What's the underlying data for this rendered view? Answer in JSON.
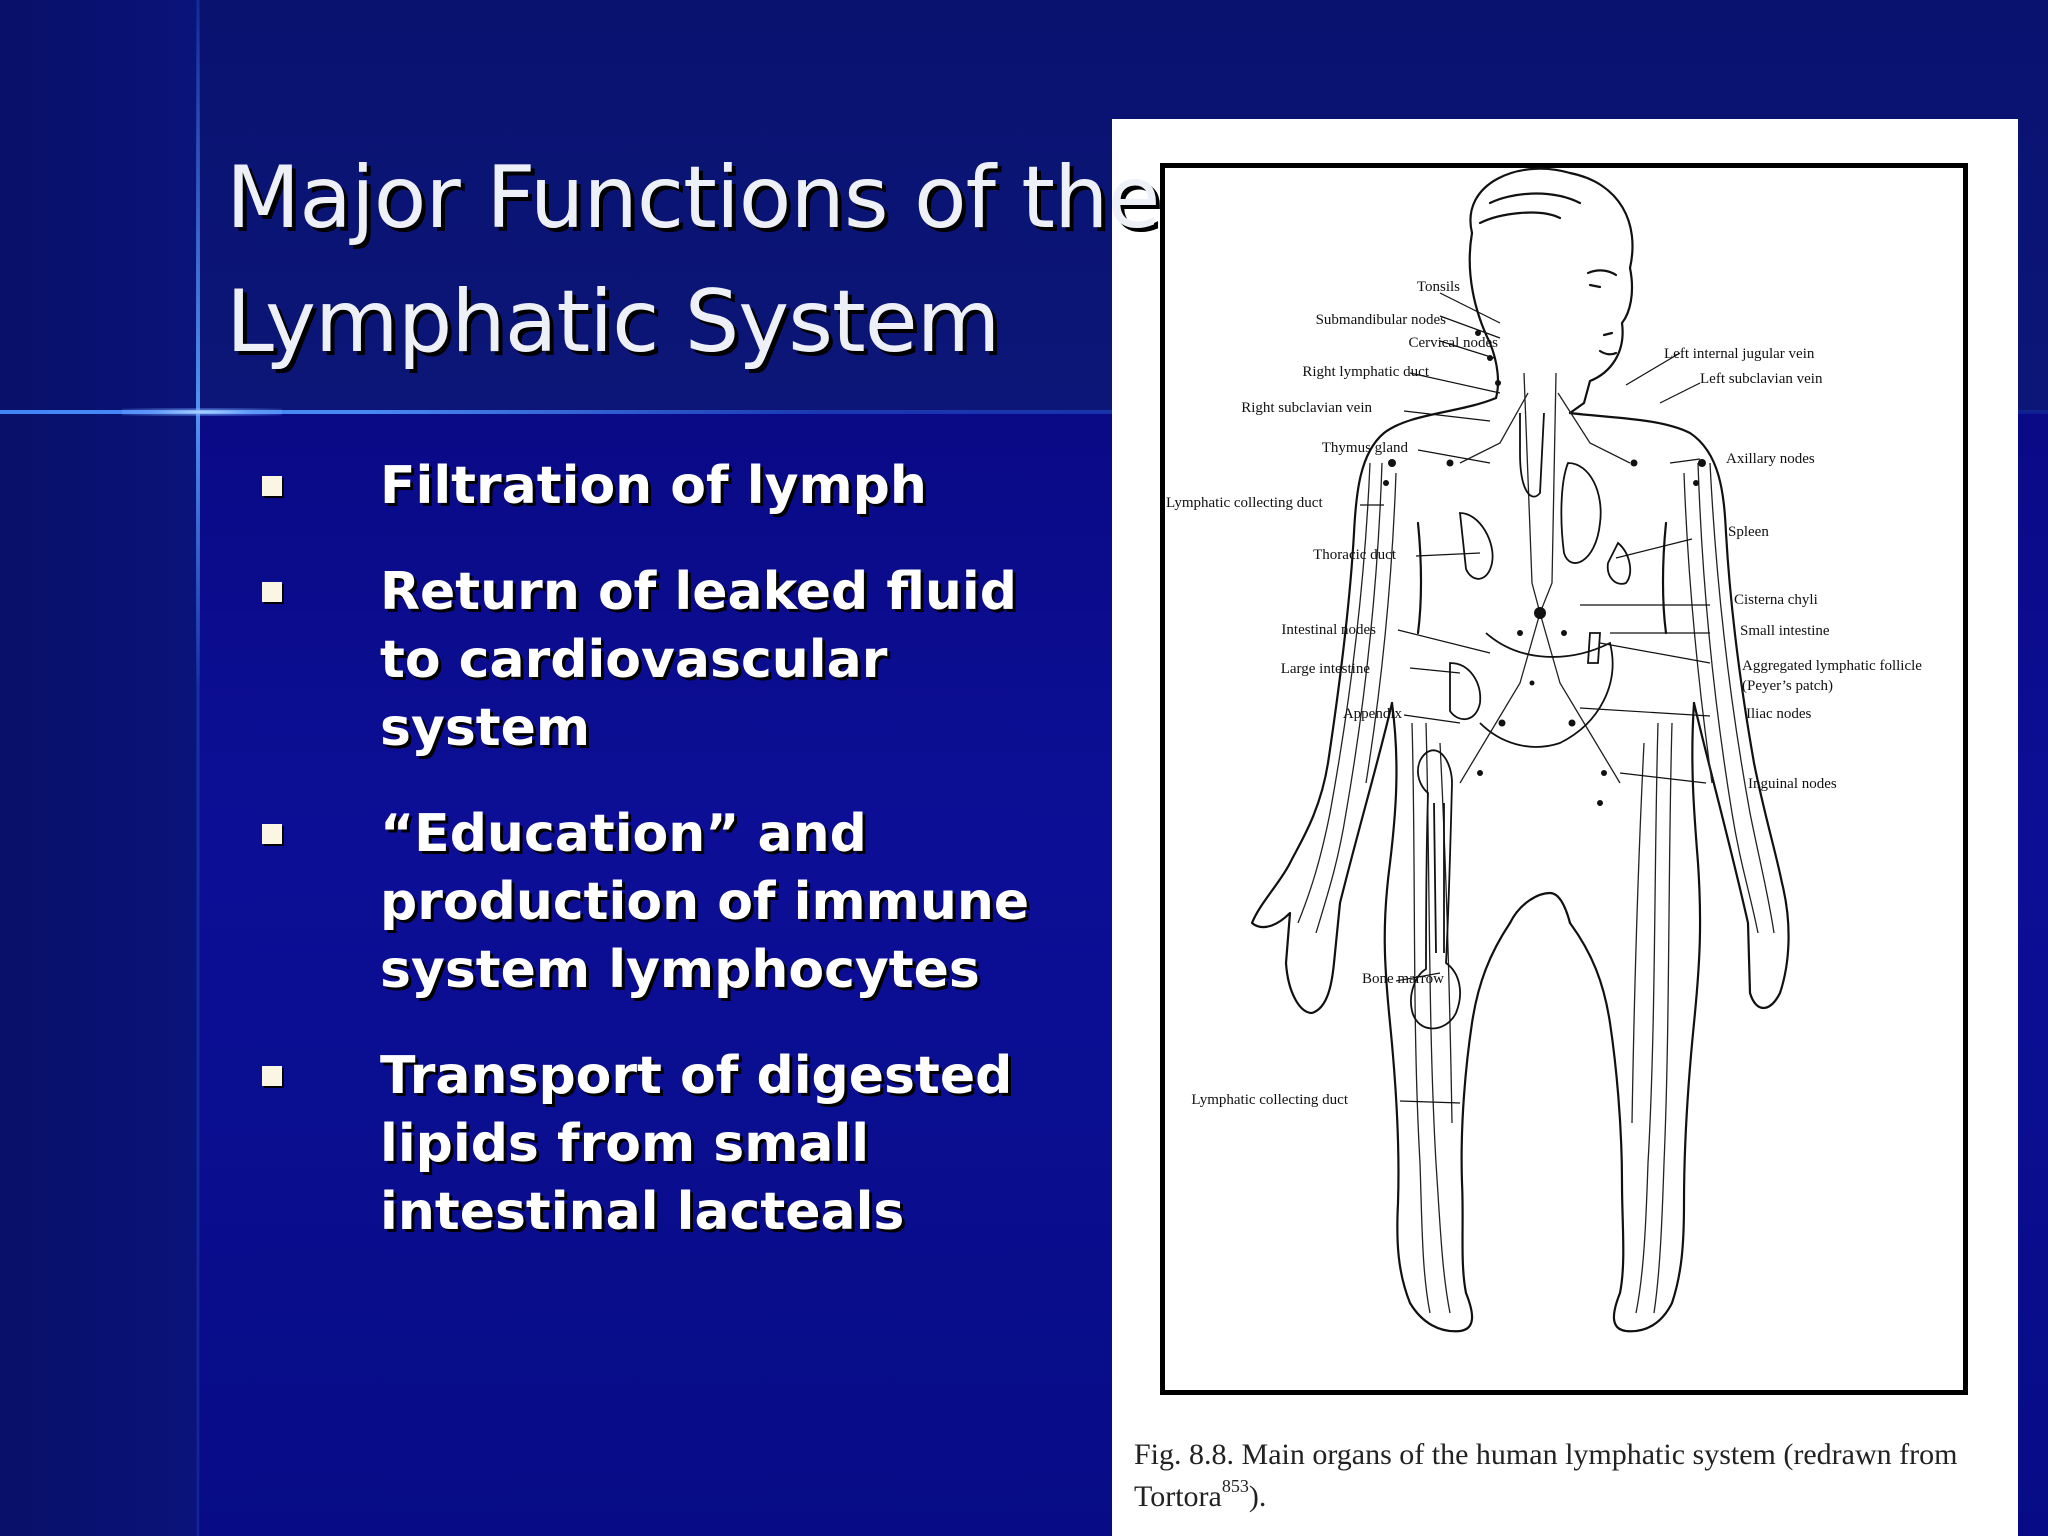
{
  "slide": {
    "title_line1": "Major Functions of the",
    "title_line2": "Lymphatic System",
    "bullets": [
      "Filtration of lymph",
      "Return of leaked fluid to cardiovascular system",
      "“Education” and production of immune system lymphocytes",
      "Transport of digested lipids from small intestinal lacteals"
    ],
    "theme": {
      "background": "#0a0c7e",
      "text": "#ffffff",
      "bullet": "#fbf6e4",
      "accent_glow": "#4a8cff"
    }
  },
  "figure": {
    "labels": {
      "tonsils": "Tonsils",
      "submandibular": "Submandibular nodes",
      "cervical": "Cervical nodes",
      "right_lymphatic_duct": "Right lymphatic duct",
      "right_subclavian_vein": "Right subclavian vein",
      "thymus": "Thymus gland",
      "lymphatic_duct_upper": "Lymphatic collecting duct",
      "thoracic_duct": "Thoracic duct",
      "intestinal_nodes": "Intestinal nodes",
      "large_intestine": "Large intestine",
      "appendix": "Appendix",
      "bone_marrow": "Bone marrow",
      "lymphatic_duct_lower": "Lymphatic collecting duct",
      "left_jugular": "Left internal jugular vein",
      "left_subclavian": "Left subclavian vein",
      "axillary": "Axillary nodes",
      "spleen": "Spleen",
      "cisterna": "Cisterna chyli",
      "small_intestine": "Small intestine",
      "aggregated": "Aggregated lymphatic follicle",
      "peyers": "(Peyer’s patch)",
      "iliac": "Iliac nodes",
      "inguinal": "Inguinal nodes"
    },
    "caption_main": "Fig. 8.8. Main organs of the human lymphatic system (redrawn from Tortora",
    "caption_ref": "853",
    "caption_end": ")."
  }
}
